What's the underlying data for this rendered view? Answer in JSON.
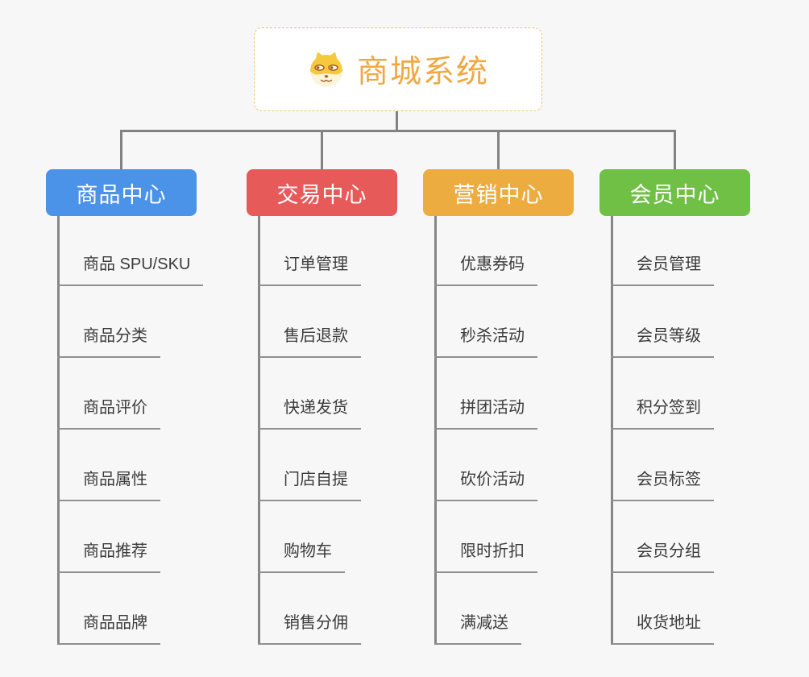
{
  "page": {
    "background_color": "#f7f7f7",
    "connector_color": "#828282",
    "leaf_line_color": "#8f8f8f",
    "leaf_text_color": "#3b3b3b"
  },
  "root": {
    "title": "商城系统",
    "title_color": "#f0a843",
    "border_color": "#f2c179",
    "logo_icon": "shiba-dog-face-icon"
  },
  "branches": [
    {
      "label": "商品中心",
      "color": "#4b93e8",
      "items": [
        "商品 SPU/SKU",
        "商品分类",
        "商品评价",
        "商品属性",
        "商品推荐",
        "商品品牌"
      ]
    },
    {
      "label": "交易中心",
      "color": "#e65a5a",
      "items": [
        "订单管理",
        "售后退款",
        "快递发货",
        "门店自提",
        "购物车",
        "销售分佣"
      ]
    },
    {
      "label": "营销中心",
      "color": "#edac3f",
      "items": [
        "优惠券码",
        "秒杀活动",
        "拼团活动",
        "砍价活动",
        "限时折扣",
        "满减送"
      ]
    },
    {
      "label": "会员中心",
      "color": "#6fc045",
      "items": [
        "会员管理",
        "会员等级",
        "积分签到",
        "会员标签",
        "会员分组",
        "收货地址"
      ]
    }
  ]
}
